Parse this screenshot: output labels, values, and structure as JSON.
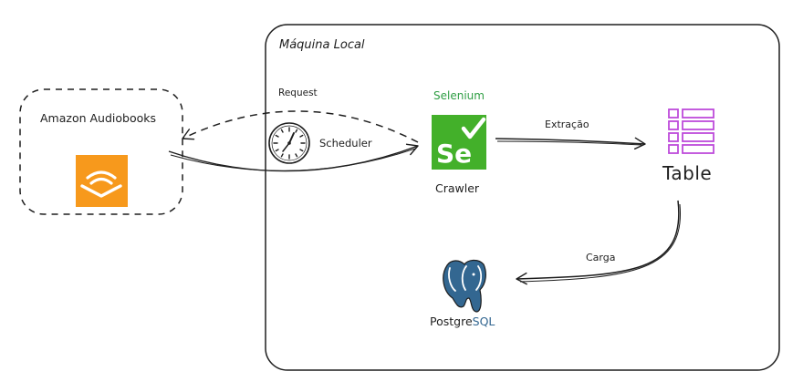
{
  "local_machine": {
    "title": "Máquina Local"
  },
  "amazon": {
    "title": "Amazon Audiobooks",
    "icon": "audible-logo-icon",
    "color": "#f7991c"
  },
  "request": {
    "label": "Request"
  },
  "scheduler": {
    "label": "Scheduler",
    "icon": "clock-icon"
  },
  "selenium": {
    "label": "Selenium",
    "logo_text": "Se",
    "icon": "selenium-logo-icon",
    "color": "#43b02a"
  },
  "crawler": {
    "label": "Crawler"
  },
  "extracao": {
    "label": "Extração"
  },
  "table": {
    "label": "Table",
    "icon": "table-icon",
    "color": "#be4bdb"
  },
  "carga": {
    "label": "Carga"
  },
  "postgres": {
    "label_main": "Postgre",
    "label_sql": "SQL",
    "icon": "postgresql-elephant-icon",
    "color": "#336791"
  }
}
